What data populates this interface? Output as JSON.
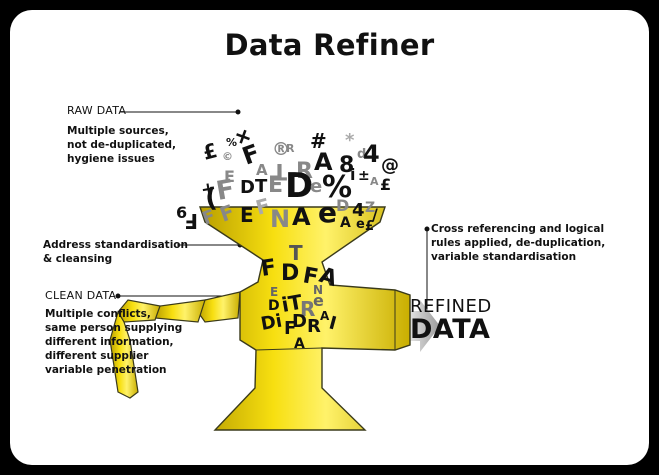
{
  "title": "Data Refiner",
  "raw_data": {
    "heading": "RAW DATA",
    "description_lines": [
      "Multiple sources,",
      "not de-duplicated,",
      "hygiene issues"
    ]
  },
  "address_standardisation": {
    "lines": [
      "Address standardisation",
      "& cleansing"
    ]
  },
  "clean_data": {
    "heading": "CLEAN DATA",
    "description_lines": [
      "Multiple conflicts,",
      "same person supplying",
      "different information,",
      "different supplier",
      "variable penetration"
    ]
  },
  "cross_referencing": {
    "lines": [
      "Cross referencing and logical",
      "rules applied, de-duplication,",
      "variable standardisation"
    ]
  },
  "refined": {
    "line1": "REFINED",
    "line2": "DATA"
  },
  "colors": {
    "funnel_yellow": "#f2d600",
    "funnel_outline": "#3a3a1a",
    "arrow_grey": "#bdbdbd",
    "letter_dark": "#111111",
    "letter_grey": "#8a8a8a"
  }
}
